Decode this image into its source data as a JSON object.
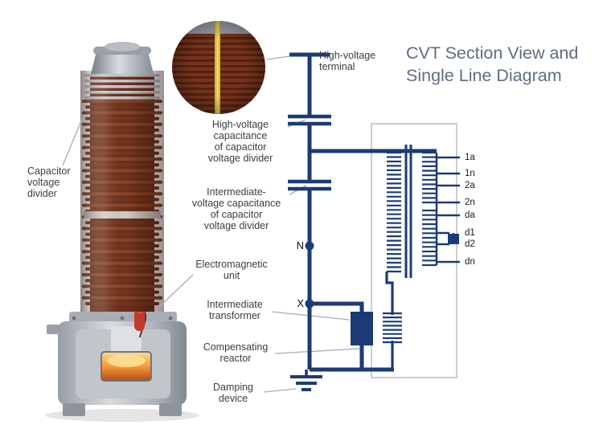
{
  "title": "CVT Section View and\nSingle Line Diagram",
  "labels": {
    "capacitor_voltage_divider": "Capacitor\nvoltage\ndivider",
    "high_voltage_terminal": "High-voltage\nterminal",
    "high_voltage_capacitance": "High-voltage\ncapacitance\nof capacitor\nvoltage divider",
    "intermediate_voltage_capacitance": "Intermediate-\nvoltage capacitance\nof capacitor\nvoltage divider",
    "electromagnetic_unit": "Electromagnetic\nunit",
    "intermediate_transformer": "Intermediate\ntransformer",
    "compensating_reactor": "Compensating\nreactor",
    "damping_device": "Damping\ndevice"
  },
  "nodes": {
    "n": "N",
    "x": "X"
  },
  "terminals": [
    "1a",
    "1n",
    "2a",
    "2n",
    "da",
    "d1",
    "d2",
    "dn"
  ],
  "colors": {
    "circuit_navy": "#1b3b76",
    "label_text": "#3c3d3e",
    "title_text": "#5e6e80",
    "leader_line": "#a9adb2",
    "insulator_brown": "#7a3a20",
    "capacitor_stripe_yellow": "#d9ba3b",
    "tank_glow_orange": "#f59b3c"
  }
}
